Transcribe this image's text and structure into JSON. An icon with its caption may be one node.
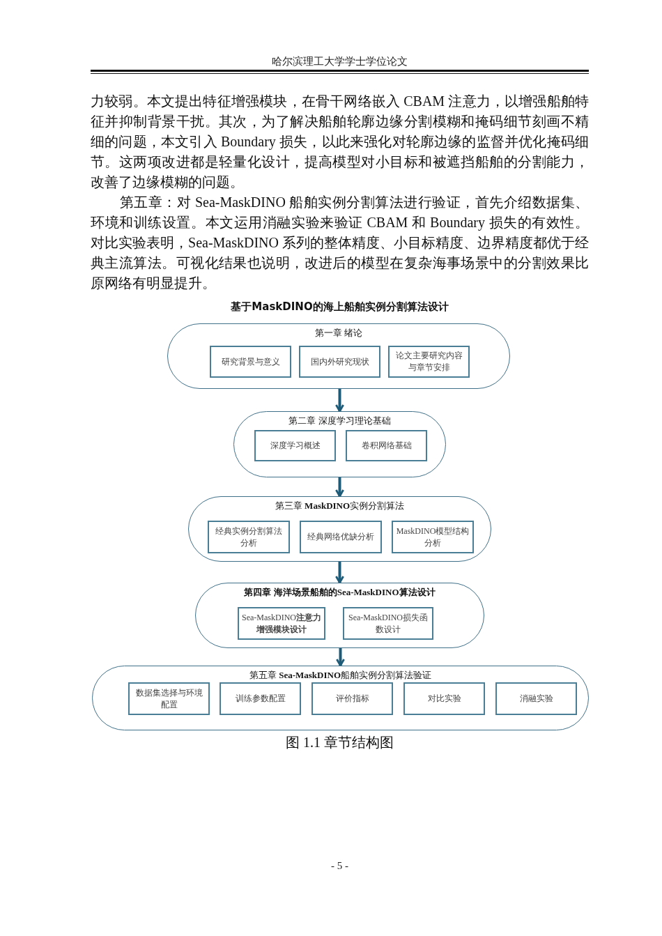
{
  "diagram": {
    "title": "基于MaskDINO的海上船舶实例分割算法设计",
    "caption": "图 1.1 章节结构图",
    "nodes": [
      {
        "text": [
          "第一章 绪论"
        ]
      },
      {
        "text": [
          "研究背景与意义"
        ],
        "in": 0
      },
      {
        "text": [
          "国内外研究现状"
        ],
        "in": 0
      },
      {
        "text": [
          "论文主要研究内容与章节安排"
        ],
        "in": 0
      },
      {
        "text": [
          "第二章 深度学习理论基础"
        ]
      },
      {
        "text": [
          "深度学习概述"
        ],
        "in": 4
      },
      {
        "text": [
          "卷积网络基础"
        ],
        "in": 4
      },
      {
        "text": [
          "第三章 **MaskDINO**实例分割算法"
        ]
      },
      {
        "text": [
          "经典实例分割算法分析"
        ],
        "in": 7
      },
      {
        "text": [
          "经典网络优缺分析"
        ],
        "in": 7
      },
      {
        "text": [
          "MaskDINO模型结构分析"
        ],
        "in": 7
      },
      {
        "text": [
          "**第四章 海洋场景船舶的Sea-MaskDINO算法设计**"
        ]
      },
      {
        "text": [
          "Sea-MaskDINO**注意力增强模块设计**"
        ],
        "in": 11
      },
      {
        "text": [
          "Sea-MaskDINO损失函数设计"
        ],
        "in": 11
      },
      {
        "text": [
          "第五章 **Sea-MaskDINO**船舶实例分割算法验证"
        ]
      },
      {
        "text": [
          "数据集选择与环境配置"
        ],
        "in": 14
      },
      {
        "text": [
          "训练参数配置"
        ],
        "in": 14
      },
      {
        "text": [
          "评价指标"
        ],
        "in": 14
      },
      {
        "text": [
          "对比实验"
        ],
        "in": 14
      },
      {
        "text": [
          "消融实验"
        ],
        "in": 14
      }
    ],
    "edges": [
      {
        "from": 0,
        "to": 4,
        "arrow": "to"
      },
      {
        "from": 4,
        "to": 7,
        "arrow": "to"
      },
      {
        "from": 7,
        "to": 11,
        "arrow": "to"
      },
      {
        "from": 11,
        "to": 14,
        "arrow": "to"
      }
    ],
    "labels": [
      "哈尔滨理工大学学士学位论文",
      "力较弱。本文提出特征增强模块，在骨干网络嵌入 CBAM 注意力，以增强船舶特征并抑制背景干扰。其次，为了解决船舶轮廓边缘分割模糊和掩码细节刻画不精细的问题，本文引入 Boundary 损失，以此来强化对轮廓边缘的监督并优化掩码细节。这两项改进都是轻量化设计，提高模型对小目标和被遮挡船舶的分割能力，改善了边缘模糊的问题。",
      "第五章：对 Sea-MaskDINO 船舶实例分割算法进行验证，首先介绍数据集、环境和训练设置。本文运用消融实验来验证 CBAM 和 Boundary 损失的有效性。对比实验表明，Sea-MaskDINO 系列的整体精度、小目标精度、边界精度都优于经典主流算法。可视化结果也说明，改进后的模型在复杂海事场景中的分割效果比原网络有明显提升。",
      "- 5 -"
    ]
  }
}
